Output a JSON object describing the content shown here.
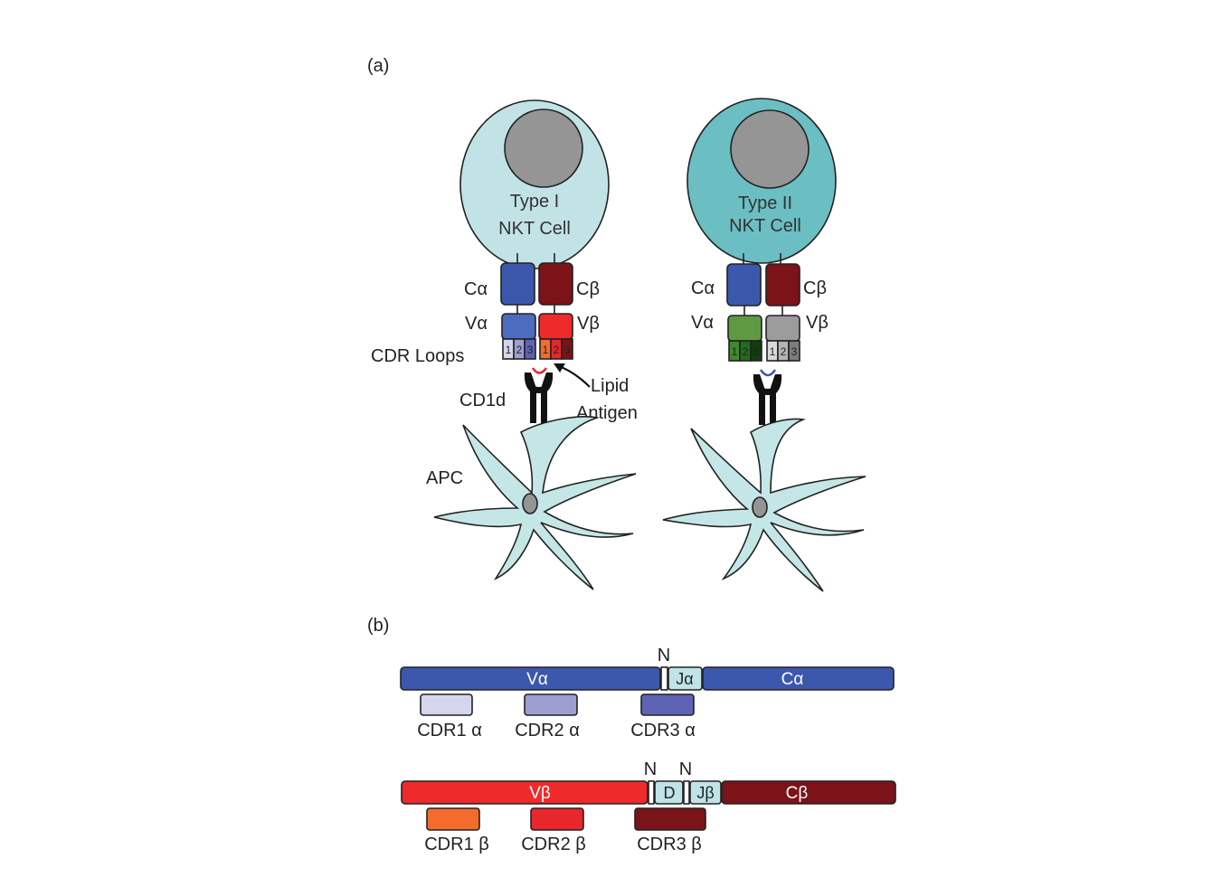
{
  "panel_a": {
    "panel_label": "(a)",
    "type1_cell": [
      "Type I",
      "NKT Cell"
    ],
    "type2_cell": [
      "Type II",
      "NKT Cell"
    ],
    "c_alpha": "Cα",
    "c_beta": "Cβ",
    "v_alpha": "Vα",
    "v_beta": "Vβ",
    "cdr_loops": "CDR Loops",
    "cdr_numbers": [
      "1",
      "2",
      "3"
    ],
    "cd1d": "CD1d",
    "lipid_antigen": [
      "Lipid",
      "Antigen"
    ],
    "apc": "APC"
  },
  "panel_b": {
    "panel_label": "(b)",
    "alpha_chain": {
      "v": "Vα",
      "n": "N",
      "j": "Jα",
      "c": "Cα",
      "cdrs": [
        "CDR1 α",
        "CDR2 α",
        "CDR3 α"
      ]
    },
    "beta_chain": {
      "v": "Vβ",
      "n1": "N",
      "n2": "N",
      "d": "D",
      "j": "Jβ",
      "c": "Cβ",
      "cdrs": [
        "CDR1 β",
        "CDR2 β",
        "CDR3 β"
      ]
    }
  },
  "colors": {
    "type1_cell": "#c2e3e6",
    "type2_cell": "#6bbfc3",
    "nucleus": "#959595",
    "c_alpha": "#3c58ad",
    "c_beta": "#7b1318",
    "v_alpha_type1": "#4d6bbf",
    "v_beta_type1": "#ee2a2a",
    "v_alpha_type2": "#5e9a42",
    "v_beta_type2": "#9c9c9c",
    "apc": "#c5e6e7",
    "cd1d": "#111111",
    "cdr1_alpha": "#d3d6ec",
    "cdr2_alpha": "#9d9fd3",
    "cdr3_alpha": "#5e63b3",
    "cdr1_beta": "#f46b2c",
    "cdr2_beta": "#e8262b",
    "cdr3_beta": "#7a1419",
    "j_segment": "#bfe3e6"
  }
}
